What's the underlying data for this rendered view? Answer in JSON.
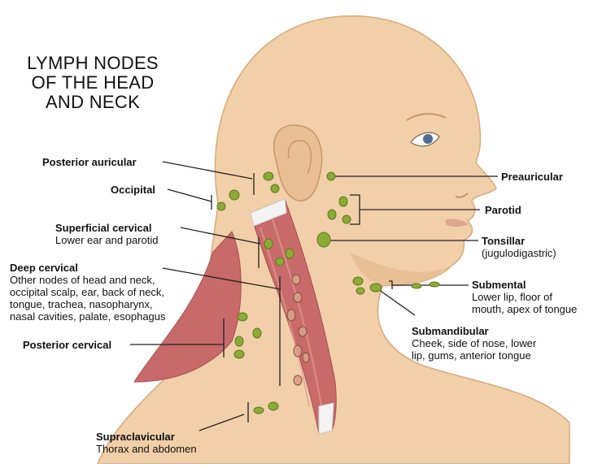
{
  "title": [
    "LYMPH NODES",
    "OF THE HEAD",
    "AND NECK"
  ],
  "labels": {
    "posterior_auricular": {
      "name": "Posterior auricular"
    },
    "occipital": {
      "name": "Occipital"
    },
    "superficial_cervical": {
      "name": "Superficial cervical",
      "desc": [
        "Lower ear and parotid"
      ]
    },
    "deep_cervical": {
      "name": "Deep cervical",
      "desc": [
        "Other nodes of head and neck,",
        "occipital scalp, ear, back of neck,",
        "tongue, trachea, nasopharynx,",
        "nasal cavities, palate, esophagus"
      ]
    },
    "posterior_cervical": {
      "name": "Posterior cervical"
    },
    "supraclavicular": {
      "name": "Supraclavicular",
      "desc": [
        "Thorax and abdomen"
      ]
    },
    "preauricular": {
      "name": "Preauricular"
    },
    "parotid": {
      "name": "Parotid"
    },
    "tonsillar": {
      "name": "Tonsillar",
      "desc": [
        "(jugulodigastric)"
      ]
    },
    "submental": {
      "name": "Submental",
      "desc": [
        "Lower lip, floor of",
        "mouth, apex of tongue"
      ]
    },
    "submandibular": {
      "name": "Submandibular",
      "desc": [
        "Cheek, side of nose, lower",
        "lip, gums, anterior tongue"
      ]
    }
  },
  "colors": {
    "skin": "#f1cfa8",
    "skin_shadow": "#d9a97c",
    "muscle": "#c86a6a",
    "muscle_light": "#e29b95",
    "node": "#8bab37",
    "node_dark": "#5f7a1c",
    "eye": "#4c6e95",
    "line": "#222222"
  }
}
